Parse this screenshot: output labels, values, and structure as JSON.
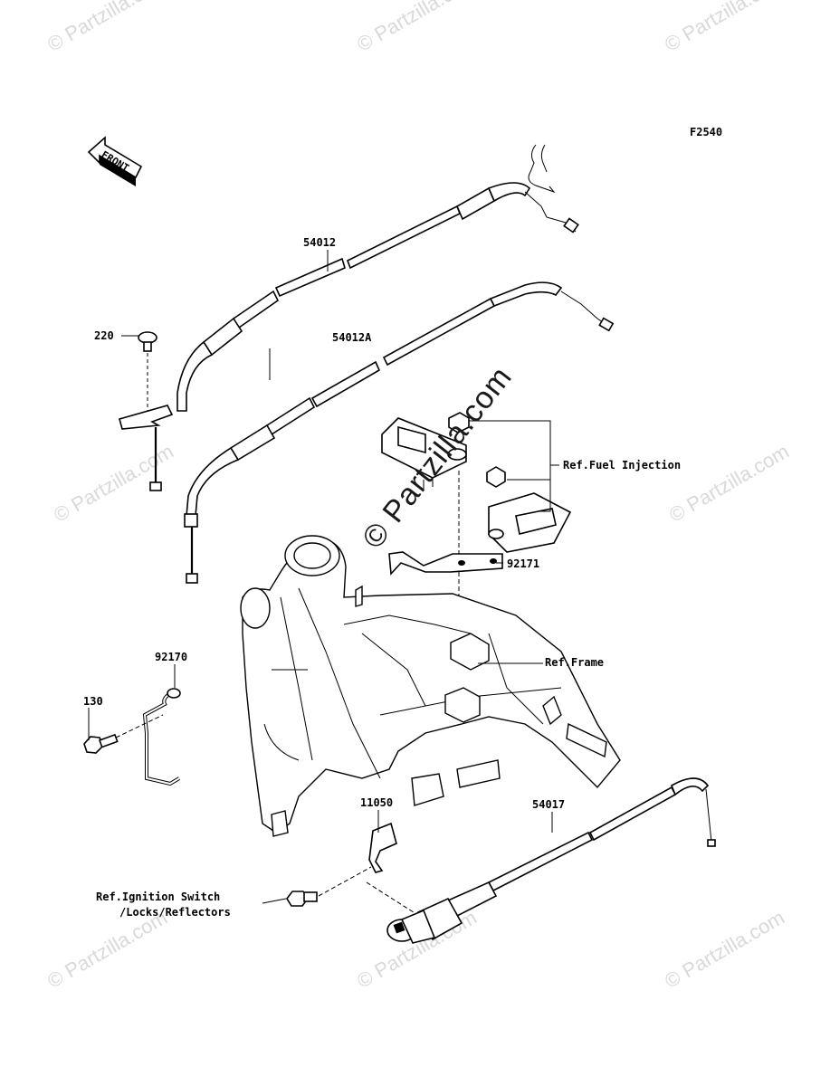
{
  "diagram": {
    "code": "F2540",
    "front_label": "FRONT",
    "watermark_center": "© Partzilla.com",
    "watermark_tile": "© Partzilla.com"
  },
  "parts": {
    "p54012": "54012",
    "p54012a": "54012A",
    "p220": "220",
    "p92170": "92170",
    "p130": "130",
    "p92171": "92171",
    "p11050": "11050",
    "p54017": "54017"
  },
  "refs": {
    "fuel_injection": "Ref.Fuel Injection",
    "frame": "Ref.Frame",
    "ignition_line1": "Ref.Ignition Switch",
    "ignition_line2": "/Locks/Reflectors"
  }
}
